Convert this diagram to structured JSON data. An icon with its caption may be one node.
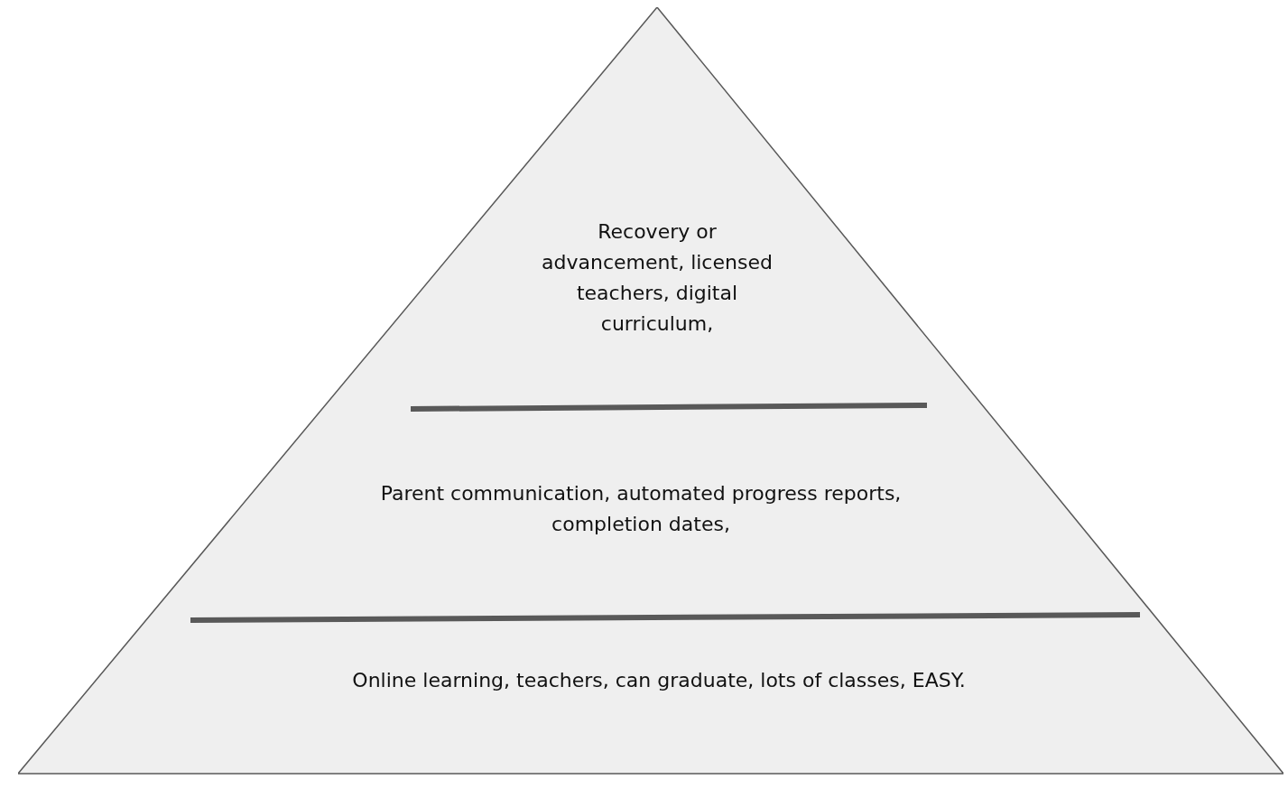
{
  "diagram": {
    "nodes": [
      {
        "text": [],
        "shape": "triangle"
      },
      {
        "text": [
          "Recovery or advancement, licensed teachers, digital curriculum,"
        ],
        "in": 0
      },
      {
        "text": [
          "Parent communication, automated progress reports, completion dates,"
        ],
        "in": 0
      },
      {
        "text": [
          "Online learning, teachers, can graduate, lots of classes, EASY."
        ],
        "in": 0
      }
    ]
  }
}
